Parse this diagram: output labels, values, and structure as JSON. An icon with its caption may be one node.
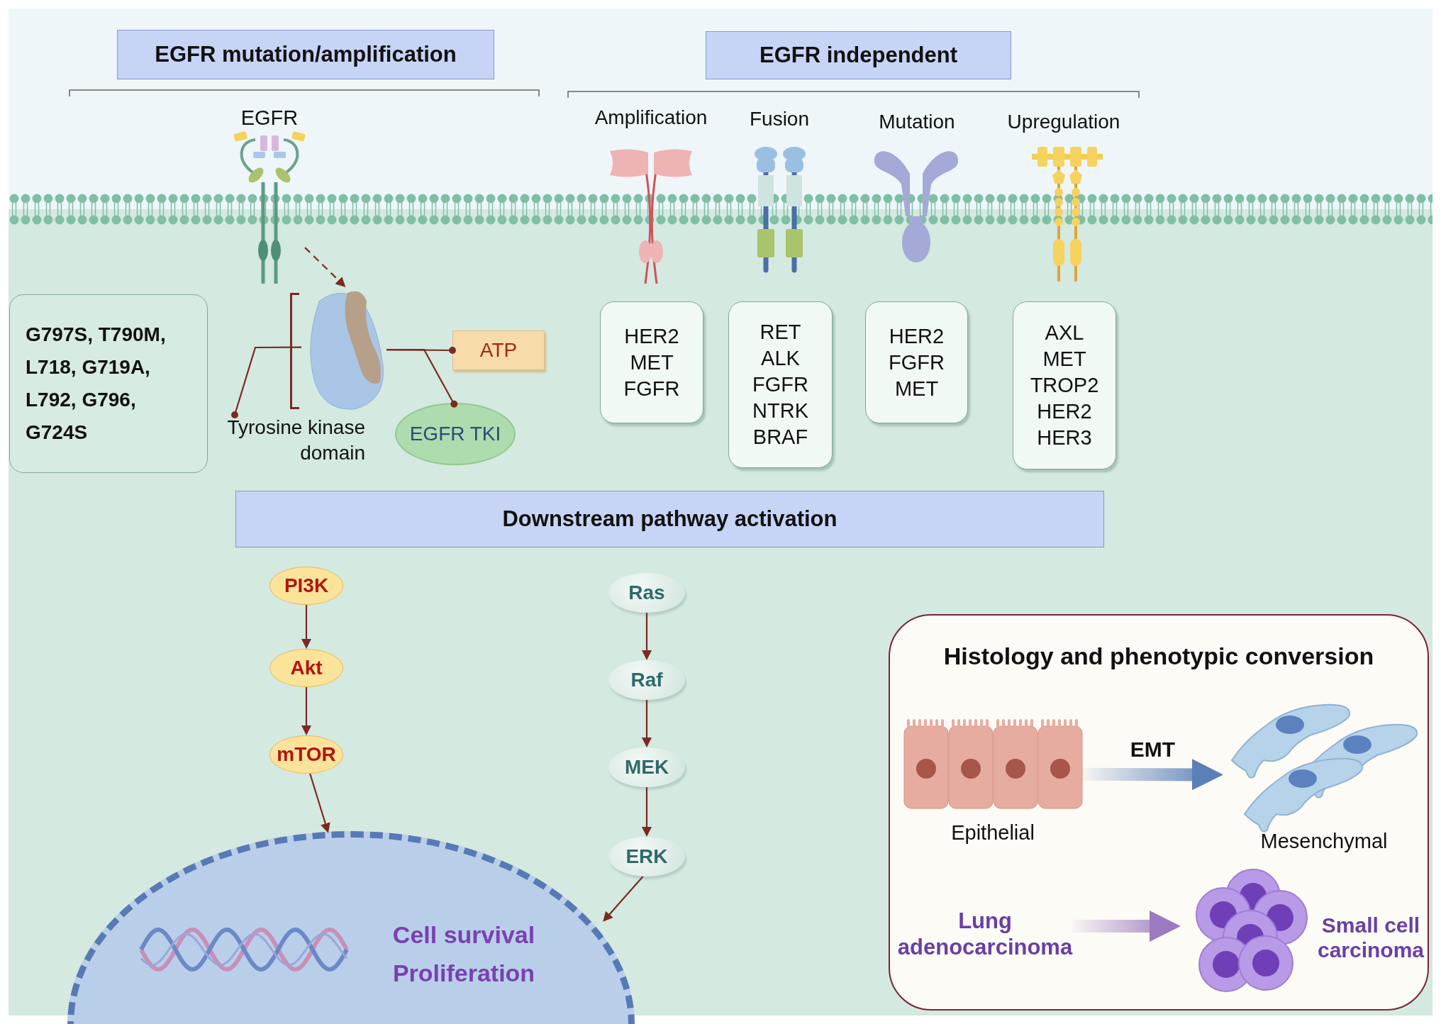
{
  "diagram": {
    "nodes": [
      {
        "text": [
          "EGFR mutation/amplification"
        ]
      },
      {
        "text": [
          "EGFR independent"
        ]
      },
      {
        "text": [
          "EGFR"
        ]
      },
      {
        "text": [
          "G797S, T790M, L718, G719A, L792, G796, G724S"
        ]
      },
      {
        "text": [],
        "shape": "picture"
      },
      {
        "text": [
          "Tyrosine kinase domain"
        ]
      },
      {
        "text": [
          "ATP"
        ]
      },
      {
        "text": [
          "EGFR TKI"
        ]
      },
      {
        "text": [
          "HER2 MET FGFR"
        ]
      },
      {
        "text": [
          "RET ALK FGFR NTRK BRAF"
        ]
      },
      {
        "text": [
          "HER2 FGFR MET"
        ]
      },
      {
        "text": [
          "AXL MET TROP2 HER2 HER3"
        ]
      },
      {
        "text": [
          "Downstream pathway activation"
        ]
      },
      {
        "text": [
          "PI3K"
        ]
      },
      {
        "text": [
          "Akt"
        ]
      },
      {
        "text": [
          "mTOR"
        ]
      },
      {
        "text": [
          "Ras"
        ]
      },
      {
        "text": [
          "Raf"
        ]
      },
      {
        "text": [
          "MEK"
        ]
      },
      {
        "text": [
          "ERK"
        ]
      },
      {
        "text": [
          "Cell survival",
          "Proliferation"
        ]
      },
      {
        "text": [
          "Histology and phenotypic conversion"
        ]
      },
      {
        "text": [
          "Epithelial"
        ],
        "in": 21
      },
      {
        "text": [
          "Mesenchymal"
        ],
        "in": 21
      },
      {
        "text": [
          "Lung adenocarcinoma"
        ],
        "in": 21
      },
      {
        "text": [
          "Small cell carcinoma"
        ],
        "in": 21
      }
    ],
    "edges": [
      {
        "from": 2,
        "to": 4,
        "arrow": "to",
        "style": "dashed"
      },
      {
        "from": 4,
        "to": 5,
        "arrow": "other"
      },
      {
        "from": 4,
        "to": 6,
        "arrow": "other"
      },
      {
        "from": 4,
        "to": 7,
        "arrow": "other"
      },
      {
        "from": 13,
        "to": 14,
        "arrow": "to"
      },
      {
        "from": 14,
        "to": 15,
        "arrow": "to"
      },
      {
        "from": 15,
        "to": 20,
        "arrow": "to"
      },
      {
        "from": 16,
        "to": 17,
        "arrow": "to"
      },
      {
        "from": 17,
        "to": 18,
        "arrow": "to"
      },
      {
        "from": 18,
        "to": 19,
        "arrow": "to"
      },
      {
        "from": 19,
        "to": 20,
        "arrow": "to"
      },
      {
        "from": 22,
        "to": 23,
        "arrow": "to",
        "label": "EMT",
        "style": "thick",
        "color": "#5b7fb8"
      },
      {
        "from": 24,
        "to": 25,
        "arrow": "to",
        "style": "thick",
        "color": "#9b7bc0"
      }
    ],
    "labels": [
      "Amplification",
      "Fusion",
      "Mutation",
      "Upregulation"
    ]
  }
}
